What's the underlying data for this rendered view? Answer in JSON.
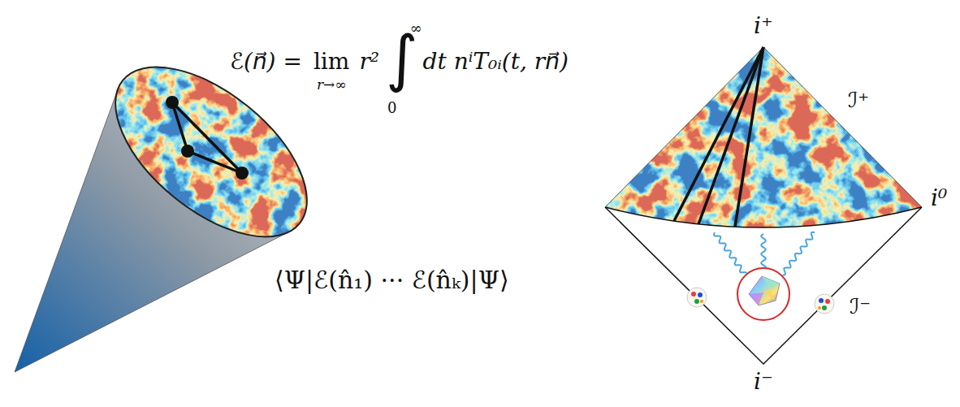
{
  "diagram": {
    "labels": [
      "ℰ(n⃗) =",
      "lim",
      "r→∞",
      "r²",
      "∫",
      "∞",
      "0",
      "dt nⁱT₀ᵢ(t, rn⃗)",
      "⟨Ψ|ℰ(n̂₁) ··· ℰ(n̂ₖ)|Ψ⟩",
      "i⁺",
      "ℐ⁺",
      "i⁰",
      "ℐ⁻",
      "i⁻"
    ]
  }
}
